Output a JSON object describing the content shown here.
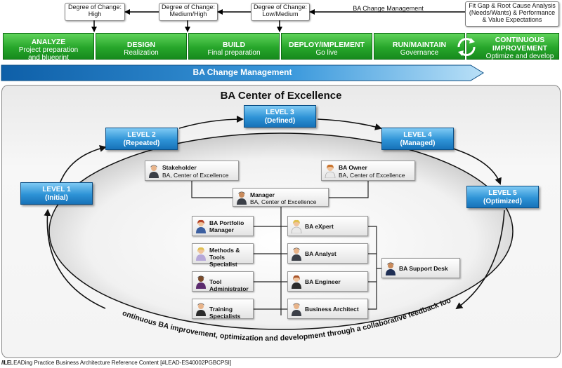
{
  "gap_boxes": [
    {
      "id": "high",
      "lines": [
        "Degree of Change:",
        "High"
      ]
    },
    {
      "id": "medhigh",
      "lines": [
        "Degree of Change:",
        "Medium/High"
      ]
    },
    {
      "id": "lowmed",
      "lines": [
        "Degree of Change:",
        "Low/Medium"
      ]
    },
    {
      "id": "fitgap",
      "lines": [
        "Fit Gap & Root Cause Analysis",
        "(Needs/Wants) & Performance",
        "& Value Expectations"
      ]
    }
  ],
  "top_arrow_label": "BA Change Management",
  "phases": [
    {
      "title": "ANALYZE",
      "sub": [
        "Project preparation",
        "and blueprint"
      ]
    },
    {
      "title": "DESIGN",
      "sub": [
        "Realization"
      ]
    },
    {
      "title": "BUILD",
      "sub": [
        "Final preparation"
      ]
    },
    {
      "title": "DEPLOY/IMPLEMENT",
      "sub": [
        "Go live"
      ]
    },
    {
      "title": "RUN/MAINTAIN",
      "sub": [
        "Governance"
      ]
    },
    {
      "title": "CONTINUOUS IMPROVEMENT",
      "sub": [
        "Optimize and develop"
      ]
    }
  ],
  "change_bar_label": "BA Change Management",
  "coe_title": "BA Center of Excellence",
  "levels": [
    {
      "name": "LEVEL 1",
      "state": "(Initial)"
    },
    {
      "name": "LEVEL 2",
      "state": "(Repeated)"
    },
    {
      "name": "LEVEL 3",
      "state": "(Defined)"
    },
    {
      "name": "LEVEL 4",
      "state": "(Managed)"
    },
    {
      "name": "LEVEL 5",
      "state": "(Optimized)"
    }
  ],
  "roles": {
    "stakeholder": {
      "name": "Stakeholder",
      "sub": "BA, Center of Excellence"
    },
    "owner": {
      "name": "BA Owner",
      "sub": "BA, Center of Excellence"
    },
    "manager": {
      "name": "Manager",
      "sub": "BA, Center of Excellence"
    },
    "portfolio": {
      "name": "BA Portfolio Manager"
    },
    "methods": {
      "name": "Methods & Tools Specialist"
    },
    "tooladmin": {
      "name": "Tool Administrator"
    },
    "training": {
      "name": "Training Specialists"
    },
    "expert": {
      "name": "BA eXpert"
    },
    "analyst": {
      "name": "BA Analyst"
    },
    "engineer": {
      "name": "BA Engineer"
    },
    "architect": {
      "name": "Business Architect"
    },
    "support": {
      "name": "BA Support Desk"
    }
  },
  "loop_caption": "Continuous BA improvement, optimization and development through a collaborative feedback loop",
  "footer": "LEADing Practice Business Architecture Reference Content [#LEAD-ES40002PGBCPSI]",
  "colors": {
    "phase_green": "#27a62b",
    "level_blue": "#2e93d6",
    "bar_blue": "#1772b8"
  }
}
